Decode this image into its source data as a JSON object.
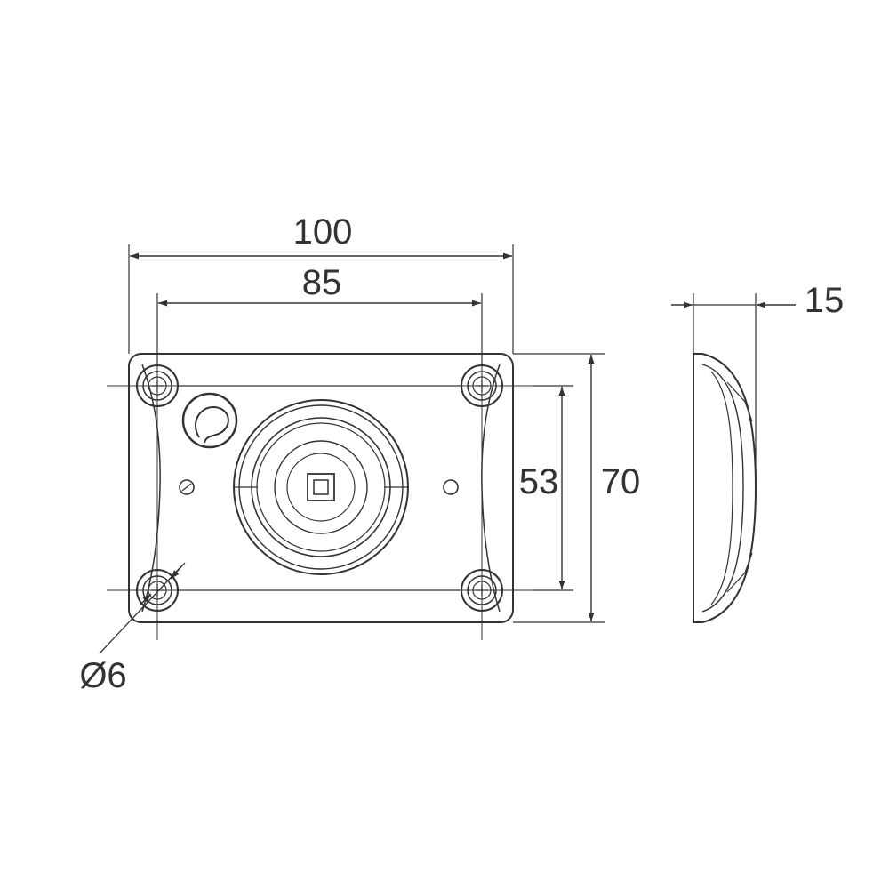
{
  "dimensions": {
    "width_outer": "100",
    "width_holes": "85",
    "height_holes": "53",
    "height_outer": "70",
    "depth": "15",
    "hole_diameter": "Ø6"
  },
  "colors": {
    "line": "#333333",
    "background": "#ffffff"
  }
}
